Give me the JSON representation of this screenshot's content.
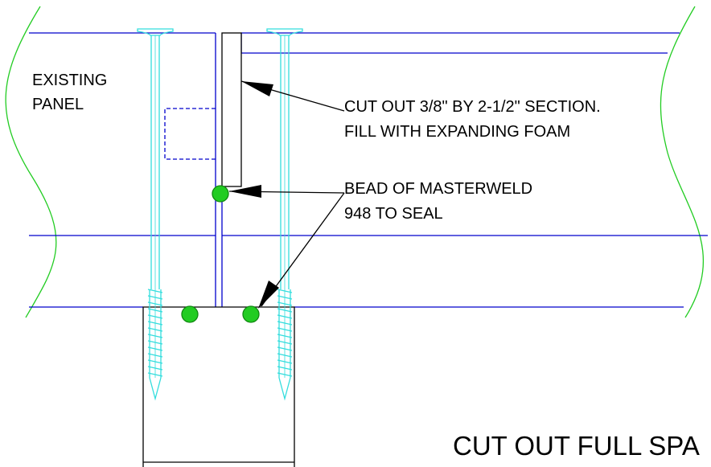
{
  "labels": {
    "existing_line1": "EXISTING",
    "existing_line2": "PANEL",
    "cutout_line1": "CUT OUT 3/8\" BY 2-1/2\" SECTION.",
    "cutout_line2": "FILL WITH EXPANDING FOAM",
    "bead_line1": "BEAD OF MASTERWELD",
    "bead_line2": "948 TO SEAL",
    "bottom_title": "CUT OUT FULL SPA"
  },
  "colors": {
    "panel_line": "#0000cc",
    "screw": "#33dddd",
    "break_line": "#22cc22",
    "sealant_fill": "#22cc22",
    "sealant_stroke": "#118811",
    "leader": "#000000",
    "text": "#000000"
  }
}
